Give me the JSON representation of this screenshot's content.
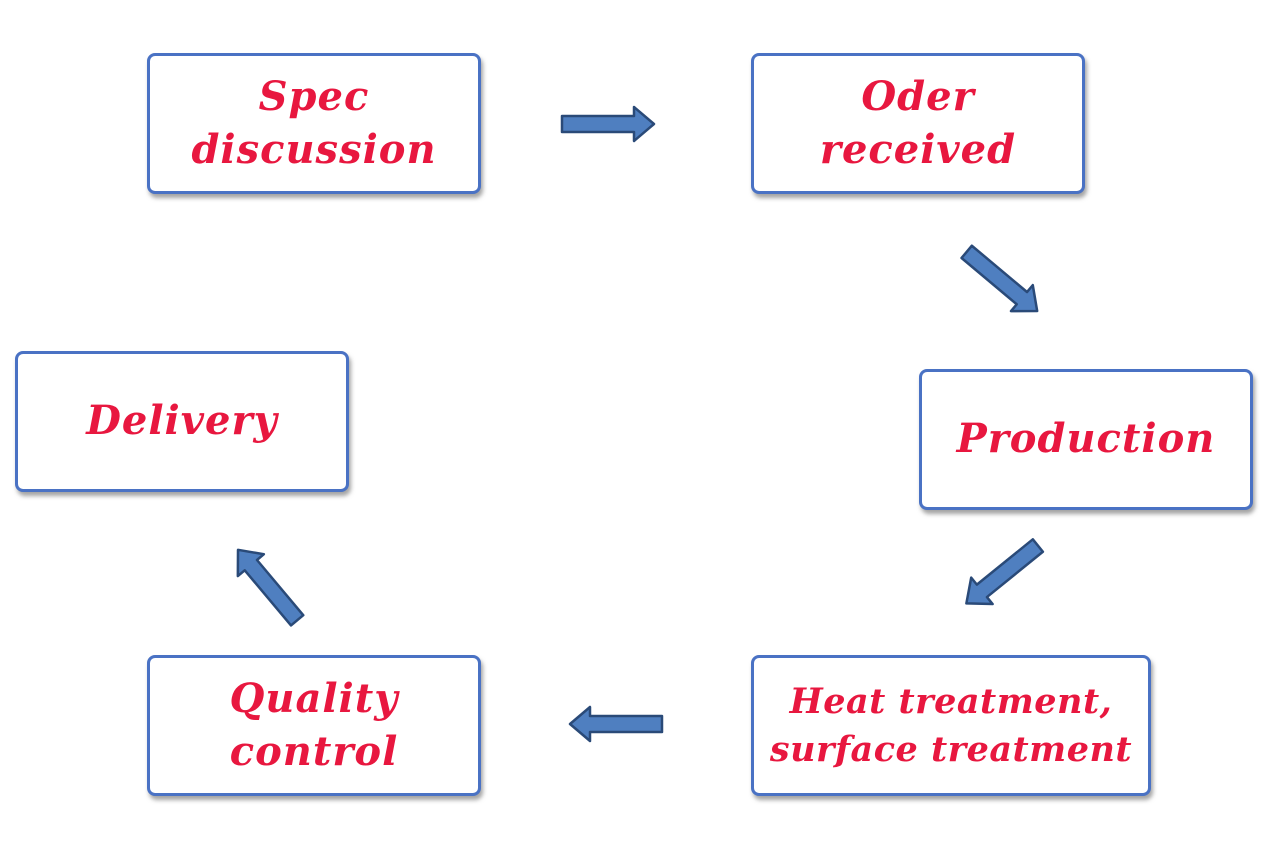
{
  "diagram": {
    "steps": [
      {
        "id": "spec",
        "label": "Spec\ndiscussion"
      },
      {
        "id": "order",
        "label": "Oder\nreceived"
      },
      {
        "id": "production",
        "label": "Production"
      },
      {
        "id": "heat",
        "label": "Heat treatment,\nsurface treatment"
      },
      {
        "id": "quality",
        "label": "Quality\ncontrol"
      },
      {
        "id": "delivery",
        "label": "Delivery"
      }
    ],
    "flow": [
      {
        "from": "spec",
        "to": "order"
      },
      {
        "from": "order",
        "to": "production"
      },
      {
        "from": "production",
        "to": "heat"
      },
      {
        "from": "heat",
        "to": "quality"
      },
      {
        "from": "quality",
        "to": "delivery"
      }
    ],
    "colors": {
      "label": "#e8173f",
      "box_border": "#4a72c4",
      "arrow_fill": "#4f7fc0",
      "arrow_stroke": "#2a4a78"
    }
  }
}
